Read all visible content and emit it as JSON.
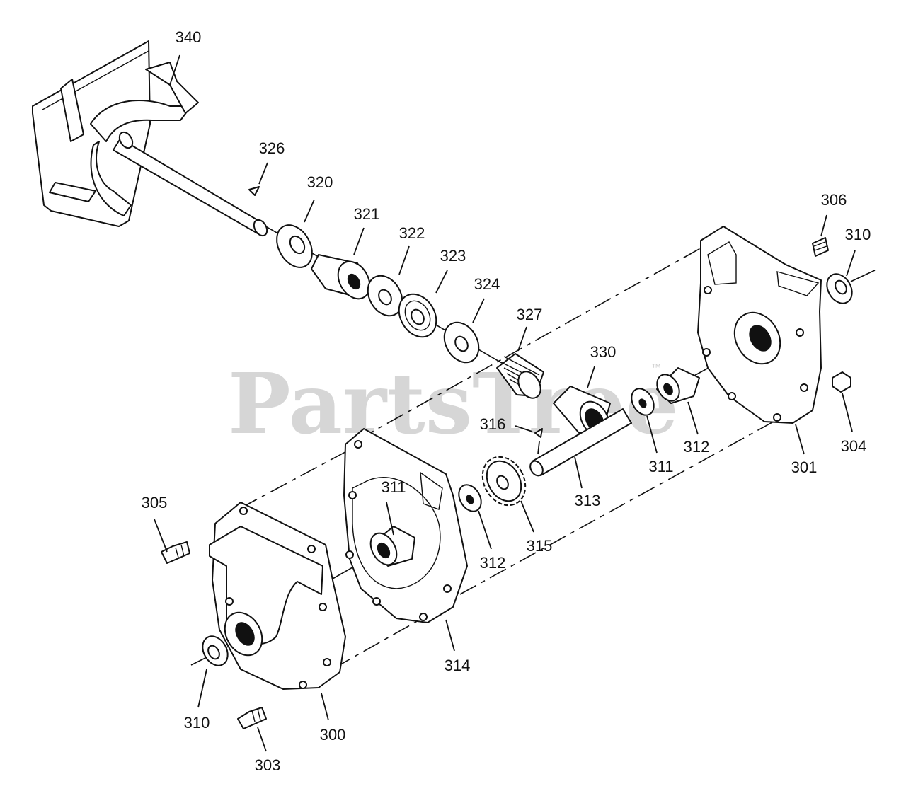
{
  "watermark": {
    "text": "PartsTree",
    "mark": "™"
  },
  "parts": [
    {
      "id": "p340",
      "number": "340"
    },
    {
      "id": "p326",
      "number": "326"
    },
    {
      "id": "p320",
      "number": "320"
    },
    {
      "id": "p321",
      "number": "321"
    },
    {
      "id": "p322",
      "number": "322"
    },
    {
      "id": "p323",
      "number": "323"
    },
    {
      "id": "p324",
      "number": "324"
    },
    {
      "id": "p327",
      "number": "327"
    },
    {
      "id": "p330",
      "number": "330"
    },
    {
      "id": "p306",
      "number": "306"
    },
    {
      "id": "p310a",
      "number": "310"
    },
    {
      "id": "p316",
      "number": "316"
    },
    {
      "id": "p311a",
      "number": "311"
    },
    {
      "id": "p312a",
      "number": "312"
    },
    {
      "id": "p313",
      "number": "313"
    },
    {
      "id": "p301",
      "number": "301"
    },
    {
      "id": "p304",
      "number": "304"
    },
    {
      "id": "p305",
      "number": "305"
    },
    {
      "id": "p311b",
      "number": "311"
    },
    {
      "id": "p312b",
      "number": "312"
    },
    {
      "id": "p315",
      "number": "315"
    },
    {
      "id": "p314",
      "number": "314"
    },
    {
      "id": "p310b",
      "number": "310"
    },
    {
      "id": "p300",
      "number": "300"
    },
    {
      "id": "p303",
      "number": "303"
    }
  ]
}
